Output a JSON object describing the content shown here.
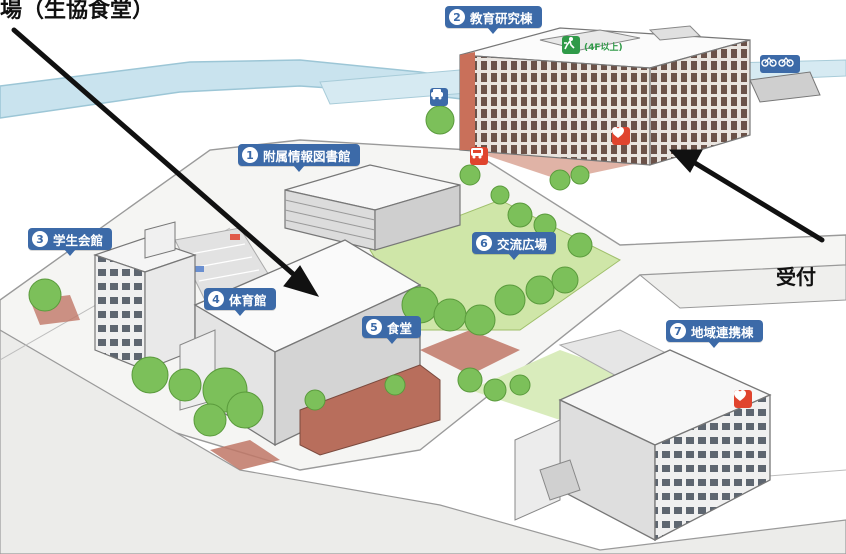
{
  "top_left_label": "場（生協食堂）",
  "reception_label": "受付",
  "buildings": [
    {
      "num": "1",
      "name": "附属情報図書館"
    },
    {
      "num": "2",
      "name": "教育研究棟"
    },
    {
      "num": "3",
      "name": "学生会館"
    },
    {
      "num": "4",
      "name": "体育館"
    },
    {
      "num": "5",
      "name": "食堂"
    },
    {
      "num": "6",
      "name": "交流広場"
    },
    {
      "num": "7",
      "name": "地域連携棟"
    }
  ],
  "evac_note": "(4F以上)",
  "icons": [
    "parking-icon",
    "bus-icon",
    "bicycle-parking-icon",
    "evacuation-icon",
    "aed-icon"
  ],
  "colors": {
    "label_bg": "#3c6aa8",
    "river": "#c9e3ee",
    "grass": "#cfe6a8",
    "tree": "#7cc05a",
    "brick": "#c07766",
    "aed": "#e0442e",
    "evac": "#2f9a48"
  }
}
